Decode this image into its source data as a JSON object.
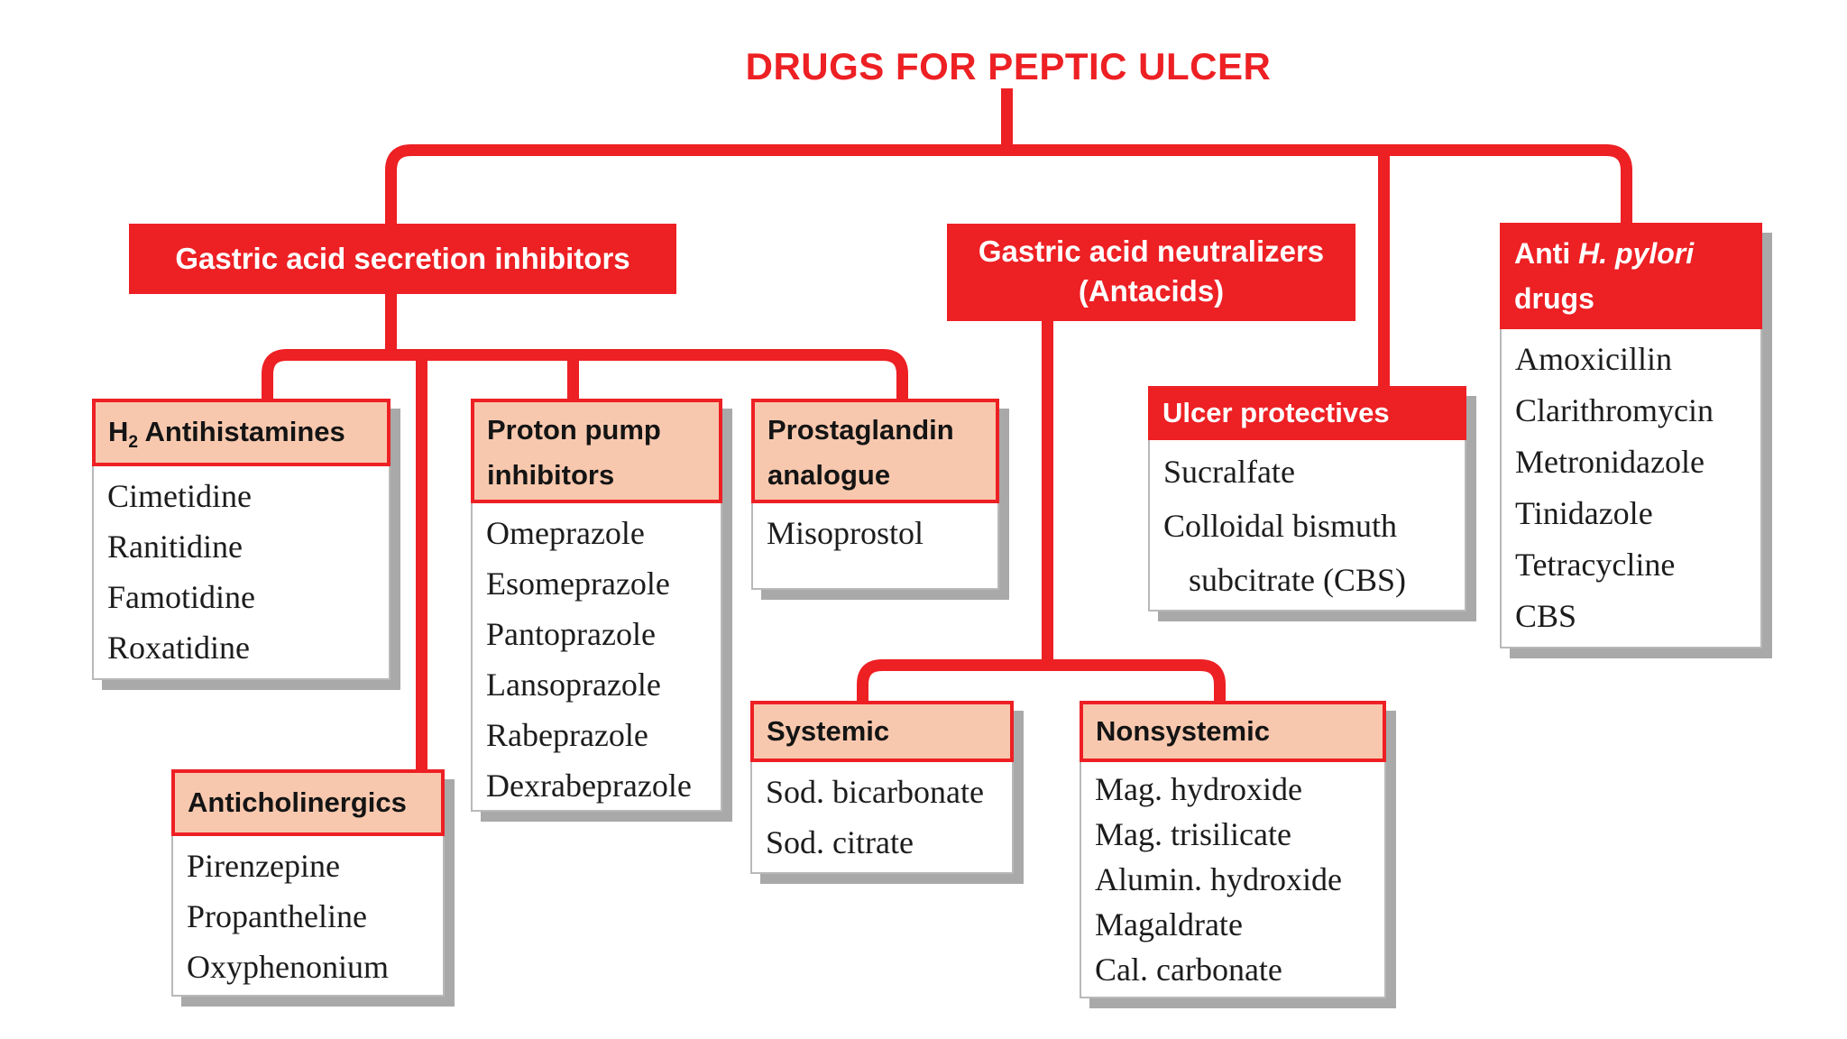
{
  "colors": {
    "red": "#ED2024",
    "pink": "#F8C8AE",
    "shadow": "#A9A9A9",
    "ink": "#1C1C1C"
  },
  "title": "DRUGS FOR PEPTIC ULCER",
  "nodes": {
    "secretion": {
      "title": "Gastric acid secretion inhibitors"
    },
    "neutralizers": {
      "title_line1": "Gastric acid neutralizers",
      "title_line2": "(Antacids)"
    },
    "h2": {
      "title_prefix": "H",
      "title_sub": "2",
      "title_rest": " Antihistamines",
      "items": [
        "Cimetidine",
        "Ranitidine",
        "Famotidine",
        "Roxatidine"
      ]
    },
    "proton": {
      "title_line1": "Proton pump",
      "title_line2": "inhibitors",
      "items": [
        "Omeprazole",
        "Esomeprazole",
        "Pantoprazole",
        "Lansoprazole",
        "Rabeprazole",
        "Dexrabeprazole"
      ]
    },
    "prostaglandin": {
      "title_line1": "Prostaglandin",
      "title_line2": "analogue",
      "items": [
        "Misoprostol"
      ]
    },
    "anticholinergics": {
      "title": "Anticholinergics",
      "items": [
        "Pirenzepine",
        "Propantheline",
        "Oxyphenonium"
      ]
    },
    "systemic": {
      "title": "Systemic",
      "items": [
        "Sod. bicarbonate",
        "Sod. citrate"
      ]
    },
    "nonsystemic": {
      "title": "Nonsystemic",
      "items": [
        "Mag. hydroxide",
        "Mag. trisilicate",
        "Alumin. hydroxide",
        "Magaldrate",
        "Cal. carbonate"
      ]
    },
    "ulcer": {
      "title": "Ulcer protectives",
      "items": [
        "Sucralfate",
        "Colloidal bismuth",
        "subcitrate (CBS)"
      ]
    },
    "pylori": {
      "title_prefix": "Anti ",
      "title_italic": "H. pylori",
      "title_line2": "drugs",
      "items": [
        "Amoxicillin",
        "Clarithromycin",
        "Metronidazole",
        "Tinidazole",
        "Tetracycline",
        "CBS"
      ]
    }
  }
}
